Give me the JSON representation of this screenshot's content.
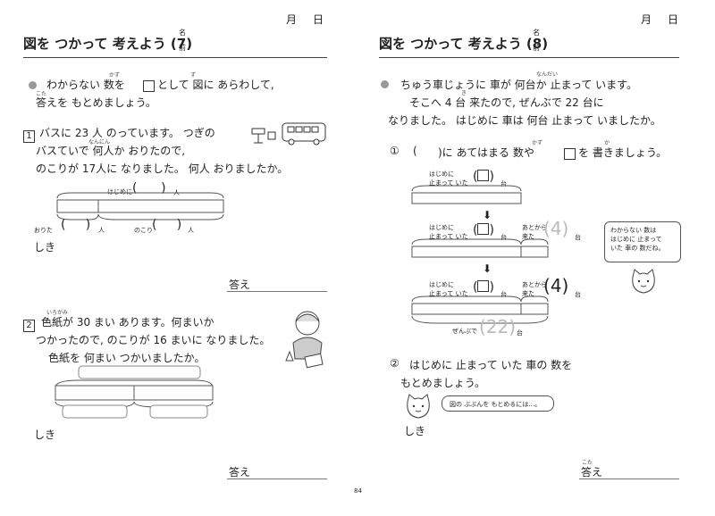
{
  "page_number": "84",
  "left": {
    "date": {
      "month": "月",
      "day": "日"
    },
    "title": "図を つかって 考えよう (7)",
    "name_label": [
      "名",
      "前"
    ],
    "intro": [
      "わからない 数を",
      "として 図に あらわして,",
      "答えを もとめましょう。"
    ],
    "intro_ruby": {
      "kazu": "かず",
      "zu": "ず",
      "kotae": "こた"
    },
    "q1": {
      "num": "1",
      "lines": [
        "バスに 23 人 のっています。 つぎの",
        "バスていで 何人か おりたので,",
        "のこりが 17人に なりました。 何人 おりましたか。"
      ],
      "ruby": "なんにん",
      "label_top": "はじめに",
      "label_top_unit": "人",
      "label_left": "おりた",
      "label_left_unit": "人",
      "label_right": "のこり",
      "label_right_unit": "人",
      "shiki": "しき",
      "answer": "答え"
    },
    "q2": {
      "num": "2",
      "lines": [
        "色紙が 30 まい あります。何まいか",
        "つかったので, のこりが 16 まいに なりました。",
        "色紙を 何まい つかいましたか。"
      ],
      "ruby": "いろがみ",
      "shiki": "しき",
      "answer": "答え"
    }
  },
  "right": {
    "date": {
      "month": "月",
      "day": "日"
    },
    "title": "図を つかって 考えよう (8)",
    "name_label": [
      "名",
      "前"
    ],
    "intro": [
      "ちゅう車じょうに 車が 何台か 止まって います。",
      "そこへ 4 台 来たので, ぜんぶで 22 台に",
      "なりました。 はじめに 車は 何台 止まって いましたか。"
    ],
    "intro_ruby": {
      "nandai": "なんだい",
      "ki": "き"
    },
    "step1": {
      "num": "①",
      "text_a": "(",
      "text_b": ")に あてはまる 数や",
      "text_c": "を 書きましょう。",
      "ruby_kazu": "かず",
      "ruby_ka": "か",
      "diagram_label_start": [
        "はじめに",
        "止まって いた"
      ],
      "diagram_label_added": [
        "あとから",
        "来た"
      ],
      "unit": "台",
      "added_value": "4",
      "total_label": "ぜんぶで",
      "total_value": "22"
    },
    "bubble_cat": [
      "わからない 数は",
      "はじめに 止まって",
      "いた 車の 数だね。"
    ],
    "step2": {
      "num": "②",
      "lines": [
        "はじめに 止まって いた 車の 数を",
        "もとめましょう。"
      ],
      "bubble": "図の ぶぶんを もとめるには…。",
      "shiki": "しき",
      "answer": "答え",
      "ruby_kotae": "こた"
    }
  }
}
